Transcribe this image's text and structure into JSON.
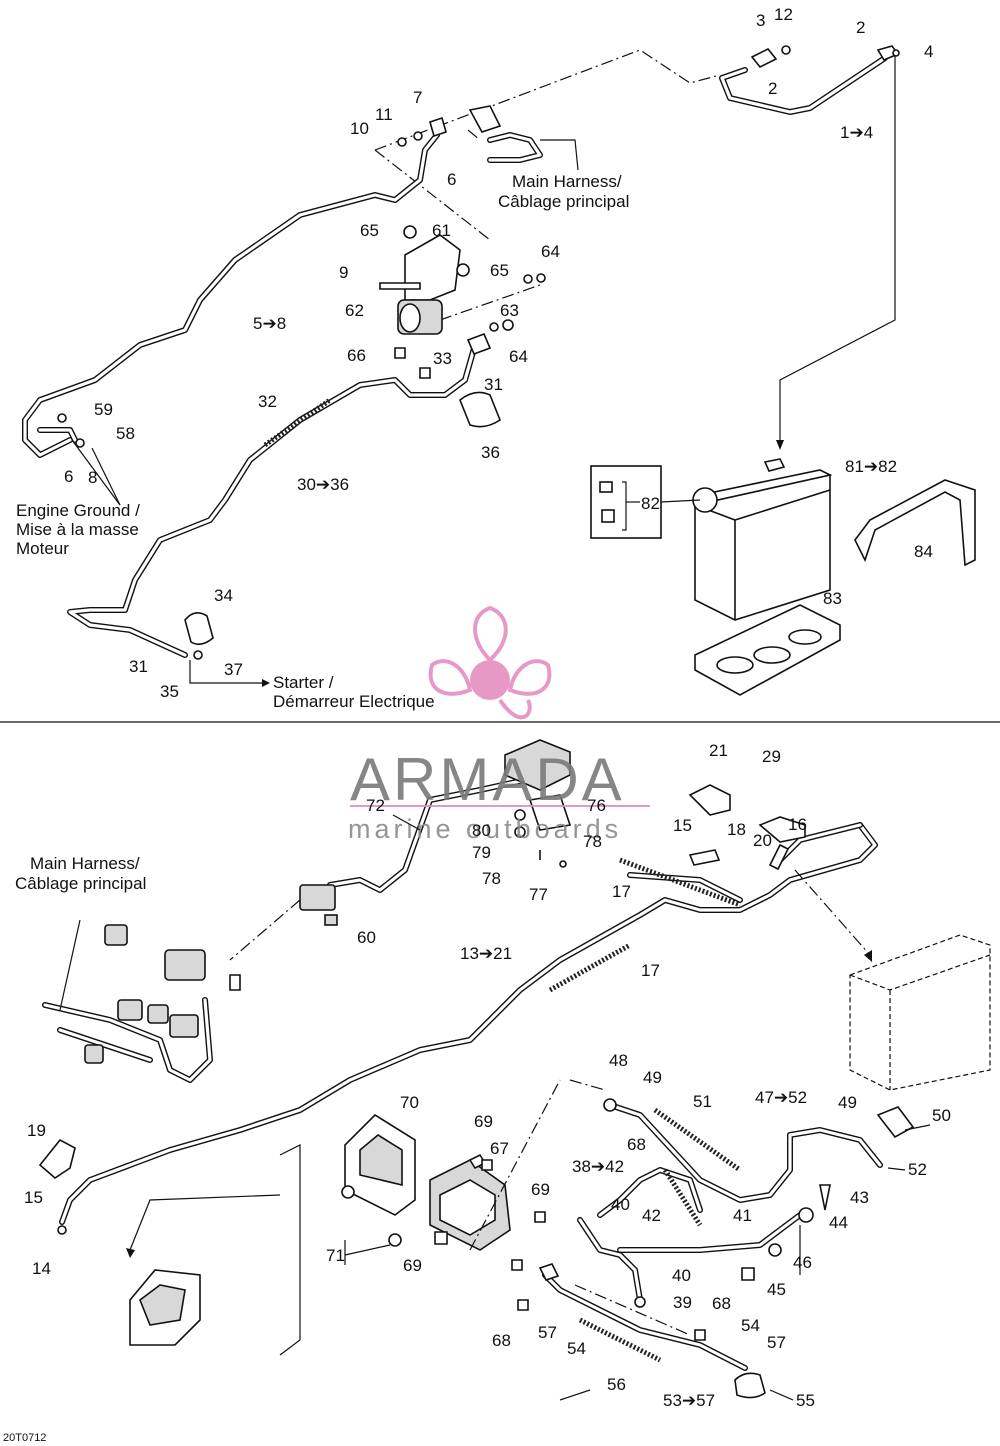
{
  "upper": {
    "labels": {
      "l1": "3",
      "l2": "12",
      "l3": "2",
      "l4": "4",
      "l5": "2",
      "l6": "1➔4",
      "l7": "7",
      "l8": "11",
      "l9": "10",
      "l10": "6",
      "l11": "65",
      "l12": "61",
      "l13": "9",
      "l14": "65",
      "l15": "64",
      "l16": "62",
      "l17": "63",
      "l18": "5➔8",
      "l19": "66",
      "l20": "33",
      "l21": "64",
      "l22": "31",
      "l23": "32",
      "l24": "36",
      "l25": "59",
      "l26": "58",
      "l27": "6",
      "l28": "8",
      "l29": "30➔36",
      "l30": "34",
      "l31": "31",
      "l32": "37",
      "l33": "35",
      "l34": "81➔82",
      "l35": "82",
      "l36": "84",
      "l37": "83"
    },
    "main_harness": [
      "Main Harness/",
      "Câblage principal"
    ],
    "engine_ground": [
      "Engine Ground /",
      "Mise à la masse",
      "Moteur"
    ],
    "starter": [
      "Starter /",
      "Démarreur Electrique"
    ]
  },
  "lower": {
    "labels": {
      "m1": "21",
      "m2": "29",
      "m3": "72",
      "m4": "76",
      "m5": "80",
      "m6": "78",
      "m7": "79",
      "m8": "78",
      "m9": "77",
      "m10": "15",
      "m11": "18",
      "m12": "16",
      "m13": "20",
      "m14": "17",
      "m15": "60",
      "m16": "13➔21",
      "m17": "17",
      "m18": "19",
      "m19": "15",
      "m20": "14",
      "m21": "70",
      "m22": "69",
      "m23": "67",
      "m24": "69",
      "m25": "48",
      "m26": "49",
      "m27": "51",
      "m28": "47➔52",
      "m29": "49",
      "m30": "50",
      "m31": "68",
      "m32": "38➔42",
      "m33": "52",
      "m34": "43",
      "m35": "40",
      "m36": "42",
      "m37": "41",
      "m38": "44",
      "m39": "71",
      "m40": "69",
      "m41": "46",
      "m42": "40",
      "m43": "45",
      "m44": "39",
      "m45": "68",
      "m46": "68",
      "m47": "57",
      "m48": "54",
      "m49": "54",
      "m50": "57",
      "m51": "56",
      "m52": "53➔57",
      "m53": "55"
    },
    "main_harness": [
      "Main Harness/",
      "Câblage principal"
    ]
  },
  "watermark": {
    "brand": "ARMADA",
    "tagline": "marine outboards",
    "color": "#e58fc0"
  },
  "footer": {
    "code": "20T0712"
  }
}
